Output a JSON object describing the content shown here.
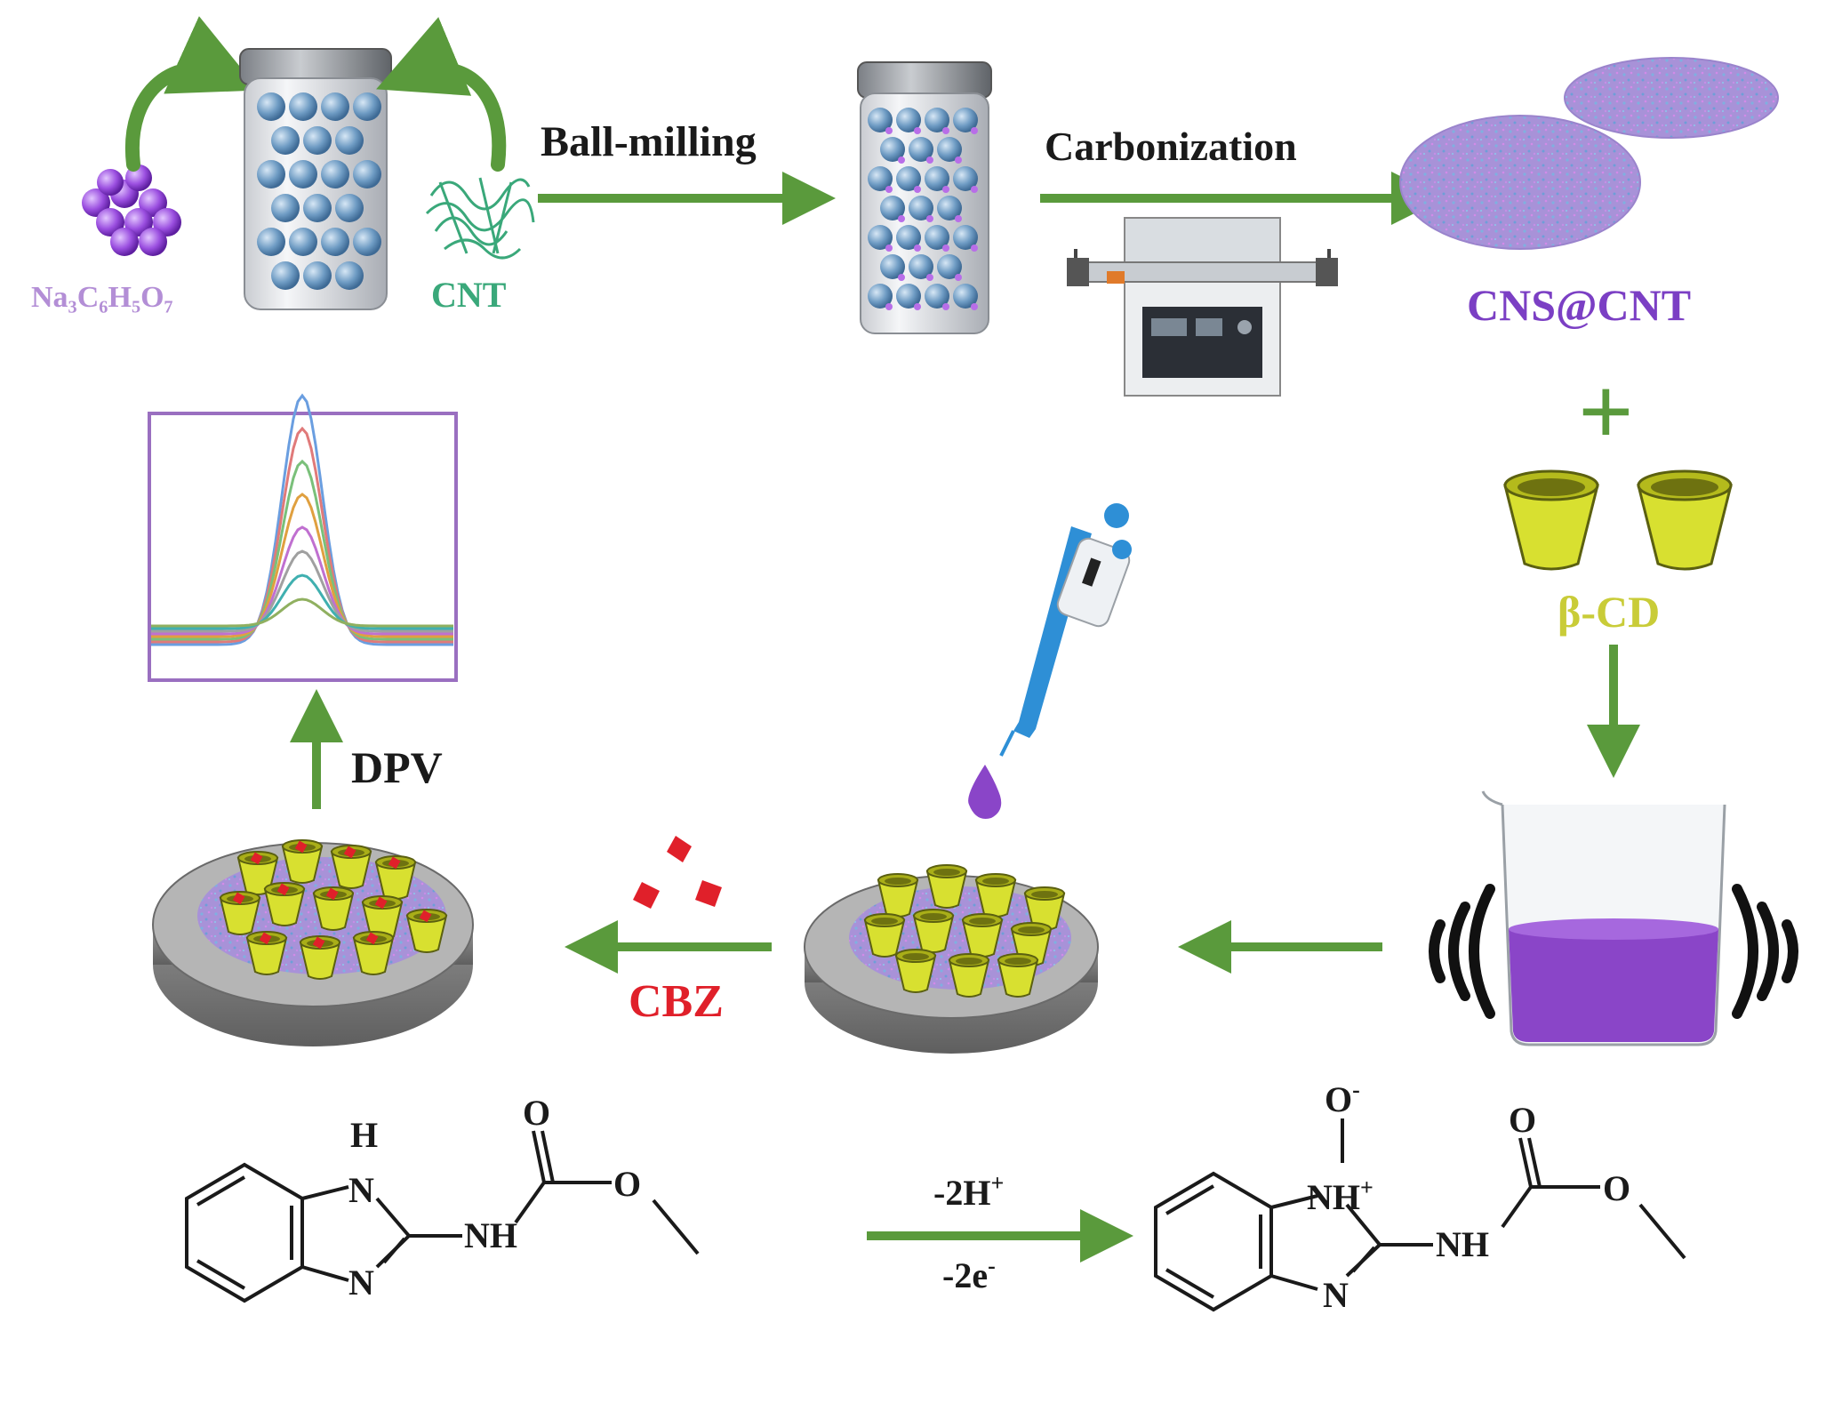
{
  "colors": {
    "arrow": "#5a9a3c",
    "purple_label": "#7b3fc4",
    "reagent_label": "#b38ed6",
    "cnt_label": "#3aa87a",
    "cd_label": "#c9cc38",
    "cbz_label": "#e0202a",
    "cup": "#d8e030",
    "solution": "#8a45c8",
    "electrode": "#8a8a8a",
    "film": "#a890d8"
  },
  "labels": {
    "reagent": "Na₃C₆H₅O₇",
    "cnt": "CNT",
    "ball_milling": "Ball-milling",
    "carbonization": "Carbonization",
    "product": "CNS@CNT",
    "plus": "+",
    "cd": "β-CD",
    "dpv": "DPV",
    "cbz": "CBZ"
  },
  "reaction": {
    "conditions_top": "-2H",
    "conditions_top_sup": "+",
    "conditions_bottom": "-2e",
    "conditions_bottom_sup": "-",
    "reactant_atoms": {
      "h": "H",
      "n_top": "N",
      "o_carbonyl": "O",
      "o_ester": "O",
      "nh": "NH",
      "n_bottom": "N"
    },
    "product_atoms": {
      "o_minus": "O",
      "o_minus_sup": "-",
      "nh_plus": "NH",
      "nh_plus_sup": "+",
      "o_carbonyl": "O",
      "o_ester": "O",
      "nh": "NH",
      "n_bottom": "N"
    }
  }
}
